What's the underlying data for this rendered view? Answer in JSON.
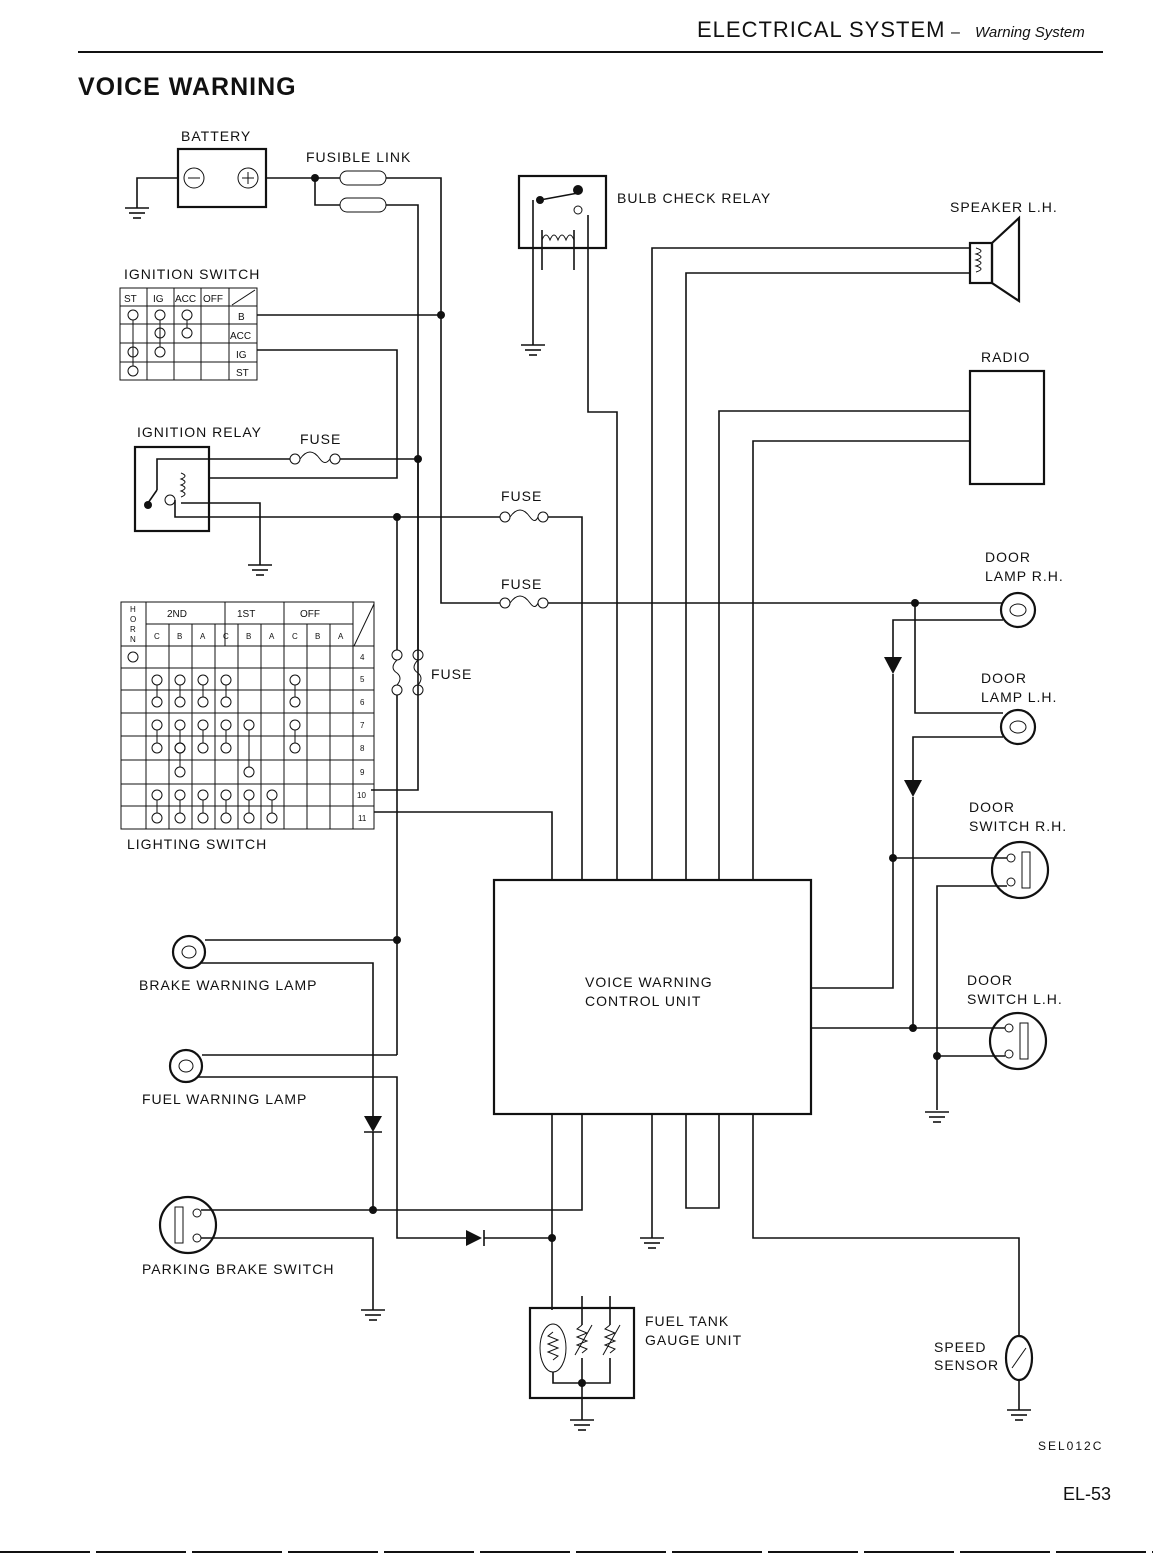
{
  "header": {
    "section": "ELECTRICAL SYSTEM",
    "separator": " – ",
    "subsection": "Warning System"
  },
  "title": "VOICE WARNING",
  "labels": {
    "battery": "BATTERY",
    "fusible_link": "FUSIBLE LINK",
    "bulb_check_relay": "BULB CHECK RELAY",
    "speaker_lh": "SPEAKER L.H.",
    "ignition_switch": "IGNITION SWITCH",
    "radio": "RADIO",
    "ignition_relay": "IGNITION RELAY",
    "fuse": "FUSE",
    "door_lamp_rh_1": "DOOR",
    "door_lamp_rh_2": "LAMP R.H.",
    "door_lamp_lh_1": "DOOR",
    "door_lamp_lh_2": "LAMP L.H.",
    "door_switch_rh_1": "DOOR",
    "door_switch_rh_2": "SWITCH R.H.",
    "door_switch_lh_1": "DOOR",
    "door_switch_lh_2": "SWITCH L.H.",
    "lighting_switch": "LIGHTING SWITCH",
    "vwcu_1": "VOICE WARNING",
    "vwcu_2": "CONTROL UNIT",
    "brake_warning_lamp": "BRAKE WARNING LAMP",
    "fuel_warning_lamp": "FUEL WARNING LAMP",
    "parking_brake_switch": "PARKING BRAKE SWITCH",
    "fuel_tank_1": "FUEL TANK",
    "fuel_tank_2": "GAUGE UNIT",
    "speed_sensor_1": "SPEED",
    "speed_sensor_2": "SENSOR"
  },
  "ignition_switch_table": {
    "headers": [
      "ST",
      "IG",
      "ACC",
      "OFF"
    ],
    "rows": [
      "B",
      "ACC",
      "IG",
      "ST"
    ]
  },
  "lighting_switch_table": {
    "horn": [
      "H",
      "O",
      "R",
      "N"
    ],
    "groups": [
      "2ND",
      "1ST",
      "OFF"
    ],
    "cols": [
      "C",
      "B",
      "A",
      "C",
      "B",
      "A",
      "C",
      "B",
      "A"
    ],
    "rows": [
      "4",
      "5",
      "6",
      "7",
      "8",
      "9",
      "10",
      "11"
    ]
  },
  "footer": {
    "code": "SEL012C",
    "page": "EL-53"
  }
}
